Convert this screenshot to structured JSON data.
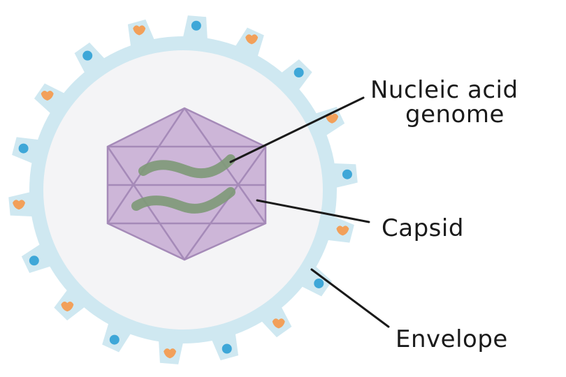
{
  "labels": {
    "genome_line1": "Nucleic acid",
    "genome_line2": "genome",
    "capsid": "Capsid",
    "envelope": "Envelope"
  },
  "colors": {
    "envelope_fill": "#cfe8f1",
    "envelope_inner": "#f4f4f6",
    "capsid_fill": "#cdb6d8",
    "capsid_stroke": "#a58ab8",
    "genome": "#7f9a78",
    "protein_blue": "#3ea7d8",
    "protein_orange": "#f2a05a"
  },
  "spike_proteins": [
    "blue",
    "orange",
    "blue",
    "orange",
    "blue",
    "orange",
    "blue",
    "orange",
    "blue",
    "orange",
    "blue",
    "orange",
    "blue",
    "orange",
    "blue",
    "orange",
    "blue",
    "orange"
  ]
}
